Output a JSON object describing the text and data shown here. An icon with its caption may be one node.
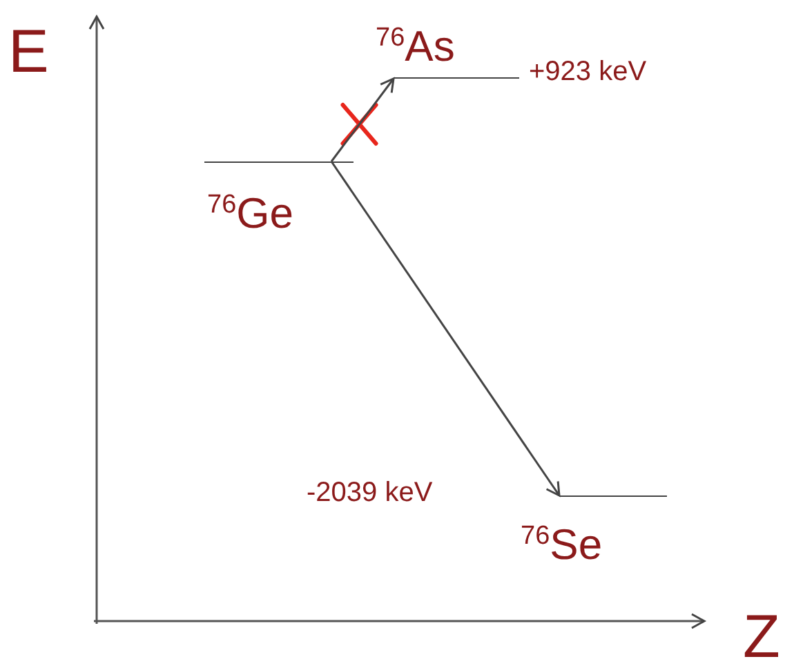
{
  "diagram": {
    "nodes": [
      {
        "text": [
          "$^{76}$Ge"
        ]
      },
      {
        "text": [
          "$^{76}$As"
        ],
        "beside": [
          "+923 keV"
        ]
      },
      {
        "text": [
          "$^{76}$Se"
        ],
        "beside": [
          "-2039 keV"
        ]
      }
    ],
    "edges": [
      {
        "from": 0,
        "to": 1,
        "arrow": "to"
      },
      {
        "from": 0,
        "to": 2,
        "arrow": "to"
      }
    ],
    "labels": [
      "E",
      "Z"
    ]
  }
}
